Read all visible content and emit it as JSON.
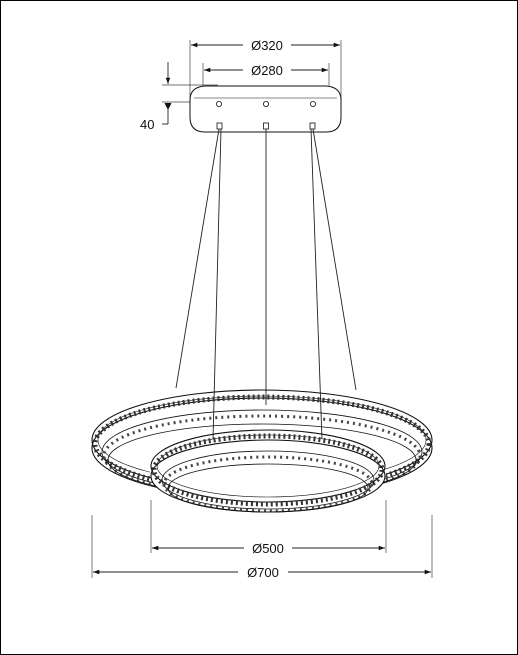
{
  "dimensions": {
    "canopy_outer": "Ø320",
    "canopy_mount": "Ø280",
    "canopy_height": "40",
    "ring_small": "Ø500",
    "ring_large": "Ø700"
  },
  "colors": {
    "line": "#111111",
    "background": "#ffffff"
  }
}
